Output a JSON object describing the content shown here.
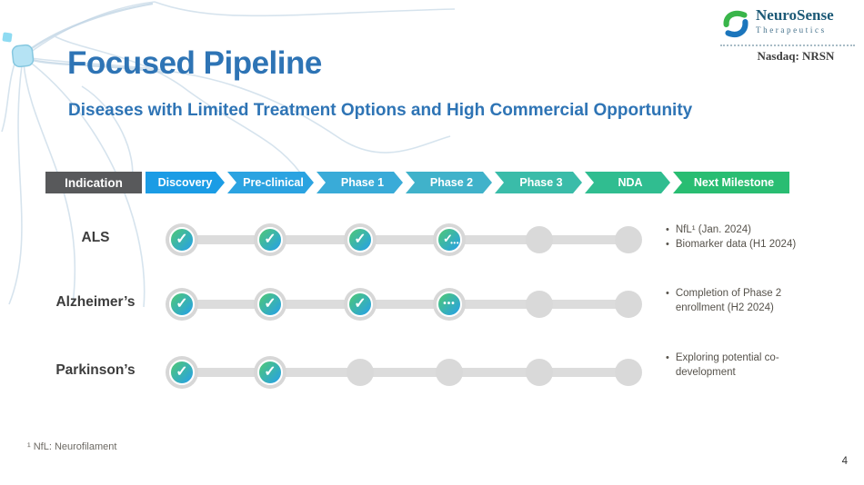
{
  "slide": {
    "title": "Focused Pipeline",
    "subtitle": "Diseases with Limited Treatment Options and High Commercial Opportunity",
    "footnote": "¹ NfL: Neurofilament",
    "page_number": "4"
  },
  "logo": {
    "name": "NeuroSense",
    "subname": "Therapeutics",
    "ticker": "Nasdaq: NRSN",
    "icon": "neurosense-swirl-icon",
    "colors": {
      "green": "#39B54A",
      "blue": "#1B75BC",
      "text": "#1D5A77"
    }
  },
  "colors": {
    "title_blue": "#2E74B5",
    "indication_header_bg": "#58595B",
    "track_gray": "#DCDCDC",
    "pending_gray": "#D9D9D9",
    "done_gradient_start": "#4CC57D",
    "done_gradient_end": "#2AA4DC"
  },
  "icons": {
    "done_check": "✓",
    "in_progress_dots": "•••"
  },
  "pipeline": {
    "indication_header": "Indication",
    "stages": [
      {
        "label": "Discovery",
        "color": "#1B9CE5"
      },
      {
        "label": "Pre-clinical",
        "color": "#2BA3E1"
      },
      {
        "label": "Phase 1",
        "color": "#39ABD8"
      },
      {
        "label": "Phase 2",
        "color": "#40B2CA"
      },
      {
        "label": "Phase 3",
        "color": "#3ABCA9"
      },
      {
        "label": "NDA",
        "color": "#30BD90"
      },
      {
        "label": "Next Milestone",
        "color": "#29BD72"
      }
    ],
    "rows": [
      {
        "indication": "ALS",
        "statuses": [
          "done",
          "done",
          "done",
          "done-progress",
          "pending",
          "pending"
        ],
        "milestones": [
          "NfL¹ (Jan. 2024)",
          "Biomarker data (H1 2024)"
        ]
      },
      {
        "indication": "Alzheimer’s",
        "statuses": [
          "done",
          "done",
          "done",
          "progress",
          "pending",
          "pending"
        ],
        "milestones": [
          "Completion of Phase 2 enrollment (H2 2024)"
        ]
      },
      {
        "indication": "Parkinson’s",
        "statuses": [
          "done",
          "done",
          "pending",
          "pending",
          "pending",
          "pending"
        ],
        "milestones": [
          "Exploring potential co-development"
        ]
      }
    ]
  }
}
